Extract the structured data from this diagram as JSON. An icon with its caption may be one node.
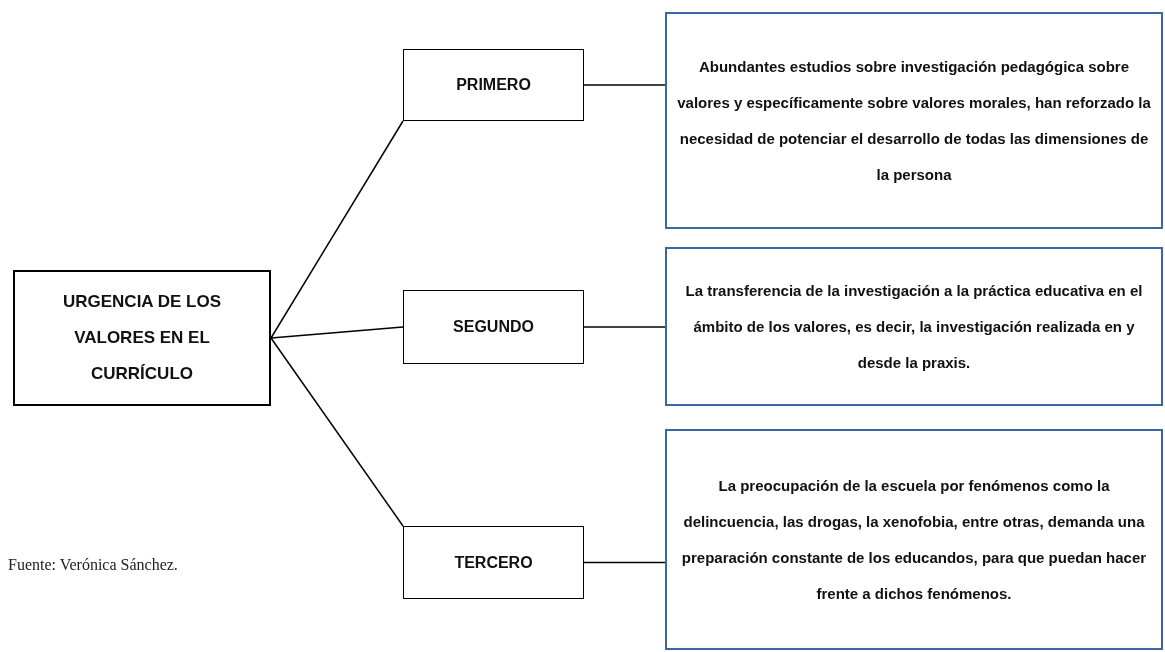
{
  "diagram": {
    "nodes": [
      {
        "text": [
          "URGENCIA DE LOS VALORES EN EL CURRÍCULO"
        ]
      },
      {
        "text": [
          "PRIMERO"
        ]
      },
      {
        "text": [
          "Abundantes estudios sobre investigación pedagógica sobre valores y específicamente sobre valores morales, han reforzado la necesidad de potenciar el desarrollo de todas las dimensiones de la persona"
        ]
      },
      {
        "text": [
          "SEGUNDO"
        ]
      },
      {
        "text": [
          "La transferencia de la investigación a la práctica educativa en el ámbito de los valores, es decir, la investigación realizada en y desde la praxis."
        ]
      },
      {
        "text": [
          "TERCERO"
        ]
      },
      {
        "text": [
          "La preocupación de la escuela por fenómenos como la delincuencia, las drogas, la xenofobia, entre otras, demanda una preparación constante de los educandos, para que puedan hacer frente a dichos fenómenos."
        ]
      }
    ],
    "edges": [
      {
        "from": 0,
        "to": 1,
        "arrow": "none"
      },
      {
        "from": 0,
        "to": 3,
        "arrow": "none"
      },
      {
        "from": 0,
        "to": 5,
        "arrow": "none"
      },
      {
        "from": 1,
        "to": 2,
        "arrow": "none"
      },
      {
        "from": 3,
        "to": 4,
        "arrow": "none"
      },
      {
        "from": 5,
        "to": 6,
        "arrow": "none"
      }
    ],
    "labels": [
      "Fuente: Verónica Sánchez."
    ]
  }
}
